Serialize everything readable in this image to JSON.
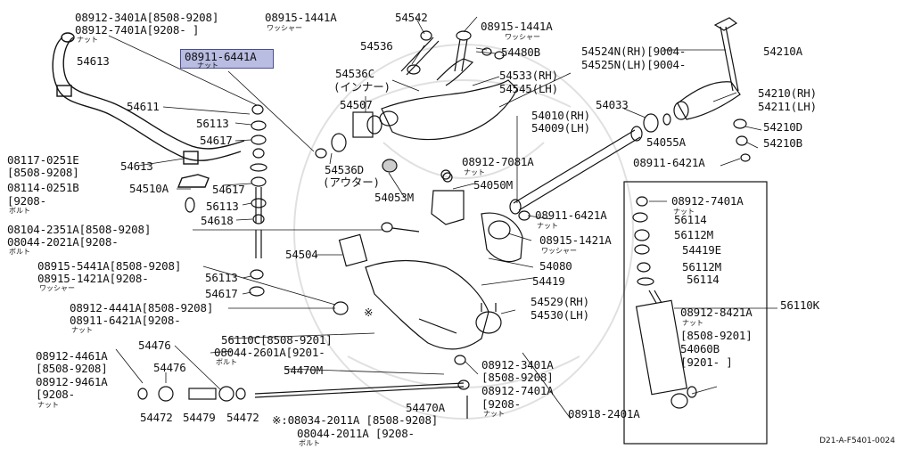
{
  "highlight": {
    "part": "08911-6441A",
    "sub": "ナット"
  },
  "labels": {
    "l1": "08912-3401A[8508-9208]",
    "l2": "08912-7401A[9208-    ]",
    "l2s": "ナット",
    "l3": "54613",
    "l4": "54611",
    "l5": "56113",
    "l6": "54617",
    "l7": "08117-0251E",
    "l8": "[8508-9208]",
    "l9": "54613",
    "l10": "08114-0251B",
    "l11": "54510A",
    "l12": "[9208-",
    "l12s": "ボルト",
    "l13": "54617",
    "l14": "56113",
    "l15": "54618",
    "l16": "08104-2351A[8508-9208]",
    "l17": "08044-2021A[9208-",
    "l17s": "ボルト",
    "l18": "54504",
    "l19": "08915-5441A[8508-9208]",
    "l20": "08915-1421A[9208-",
    "l20s": "ワッシャー",
    "l21": "56113",
    "l22": "54617",
    "l23": "08912-4441A[8508-9208]",
    "l24": "08911-6421A[9208-",
    "l24s": "ナット",
    "l25": "56110C[8508-9201]",
    "l26": "08044-2601A[9201-",
    "l26s": "ボルト",
    "l27": "54476",
    "l28": "54476",
    "l29": "08912-4461A",
    "l30": "[8508-9208]",
    "l31": "08912-9461A",
    "l32": "[9208-",
    "l32s": "ナット",
    "l33": "54472",
    "l34": "54479",
    "l35": "54472",
    "l36": "54470M",
    "l37": "54470A",
    "l38": "※:08034-2011A [8508-9208]",
    "l39": "08044-2011A [9208-",
    "l39s": "ボルト",
    "l40": "08915-1441A",
    "l40s": "ワッシャー",
    "l41": "54542",
    "l42": "08915-1441A",
    "l42s": "ワッシャー",
    "l43": "54480B",
    "l44": "54536",
    "l45": "54536C",
    "l46": "(インナー)",
    "l47": "54507",
    "l48": "54536D",
    "l49": "(アウター)",
    "l50": "54053M",
    "l51": "54533(RH)",
    "l52": "54545(LH)",
    "l53": "54524N(RH)[9004-",
    "l54": "54525N(LH)[9004-",
    "l55": "54010(RH)",
    "l56": "54009(LH)",
    "l57": "08912-7081A",
    "l57s": "ナット",
    "l58": "54050M",
    "l59": "08911-6421A",
    "l59s": "ナット",
    "l60": "08915-1421A",
    "l60s": "ワッシャー",
    "l61": "54080",
    "l62": "54419",
    "l63": "54529(RH)",
    "l64": "54530(LH)",
    "l65": "08912-3401A",
    "l66": "[8508-9208]",
    "l67": "08912-7401A",
    "l68": "[9208-",
    "l68s": "ナット",
    "l69": "08918-2401A",
    "l70": "54033",
    "l71": "54055A",
    "l72": "54210A",
    "l73": "54210(RH)",
    "l74": "54211(LH)",
    "l75": "54210D",
    "l76": "54210B",
    "l77": "08911-6421A",
    "l78": "08912-7401A",
    "l78s": "ナット",
    "l79": "56114",
    "l80": "56112M",
    "l81": "54419E",
    "l82": "56112M",
    "l83": "56114",
    "l84": "56110K",
    "l85": "08912-8421A",
    "l85s": "ナット",
    "l86": "[8508-9201]",
    "l87": "54060B",
    "l88": "[9201-    ]",
    "mark": "※"
  },
  "footer": "D21-A-F5401-0024"
}
